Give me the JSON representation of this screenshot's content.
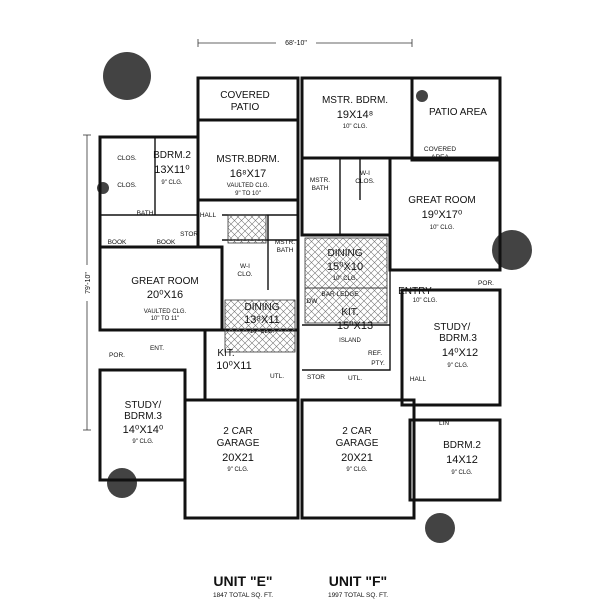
{
  "dimensions": {
    "width": "68'-10\"",
    "depth": "79'-10\""
  },
  "units": [
    {
      "name": "UNIT \"E\"",
      "sqft": "1847 TOTAL SQ. FT."
    },
    {
      "name": "UNIT \"F\"",
      "sqft": "1997 TOTAL SQ. FT."
    }
  ],
  "rooms": {
    "covered_patio_e": {
      "l1": "COVERED",
      "l2": "PATIO"
    },
    "mstr_bdrm_e": {
      "label": "MSTR.BDRM.",
      "size": "16⁸X17",
      "note1": "VAULTED CLG.",
      "note2": "9\" TO 10\""
    },
    "bdrm2_e": {
      "label": "BDRM.2",
      "size": "13X11⁰",
      "note": "9\" CLG."
    },
    "great_room_e": {
      "label": "GREAT ROOM",
      "size": "20⁰X16",
      "note1": "VAULTED CLG.",
      "note2": "10\" TO 11\""
    },
    "dining_e": {
      "label": "DINING",
      "size": "13⁸X11",
      "note": "10\" CLG."
    },
    "kit_e": {
      "label": "KIT.",
      "size": "10⁰X11"
    },
    "study_e": {
      "l1": "STUDY/",
      "l2": "BDRM.3",
      "size": "14⁰X14⁰",
      "note": "9\" CLG."
    },
    "garage_e": {
      "l1": "2 CAR",
      "l2": "GARAGE",
      "size": "20X21",
      "note": "9\" CLG."
    },
    "mstr_bdrm_f": {
      "label": "MSTR. BDRM.",
      "size": "19X14⁸",
      "note": "10\" CLG."
    },
    "patio_area_f": {
      "label": "PATIO AREA"
    },
    "covered_area_f": {
      "l1": "COVERED",
      "l2": "AREA"
    },
    "great_room_f": {
      "label": "GREAT ROOM",
      "size": "19⁰X17⁰",
      "note": "10\" CLG."
    },
    "dining_f": {
      "label": "DINING",
      "size": "15⁰X10",
      "note": "10\" CLG."
    },
    "kit_f": {
      "label": "KIT.",
      "size": "15⁰X13",
      "note": "ISLAND"
    },
    "entry_f": {
      "label": "ENTRY",
      "note": "10\" CLG."
    },
    "study_f": {
      "l1": "STUDY/",
      "l2": "BDRM.3",
      "size": "14⁰X12",
      "note": "9\" CLG."
    },
    "bdrm2_f": {
      "label": "BDRM.2",
      "size": "14X12",
      "note": "9\" CLG."
    },
    "garage_f": {
      "l1": "2 CAR",
      "l2": "GARAGE",
      "size": "20X21",
      "note": "9\" CLG."
    }
  },
  "labels": {
    "clos1": "CLOS.",
    "clos2": "CLOS.",
    "bath_e": "BATH",
    "hall_e": "HALL",
    "stor_e": "STOR.",
    "book1": "BOOK",
    "book2": "BOOK",
    "wi_clo_e": "W-I",
    "wi_clo_e2": "CLO.",
    "mstr_bath_e1": "MSTR.",
    "mstr_bath_e2": "BATH",
    "por_e": "POR.",
    "ent_e": "ENT.",
    "utl_e": "UTL.",
    "mstr_bath_f1": "MSTR.",
    "mstr_bath_f2": "BATH",
    "wi_clos_f1": "W-I",
    "wi_clos_f2": "CLOS.",
    "por_f": "POR.",
    "hall_f": "HALL",
    "utl_f": "UTL.",
    "stor_f": "STOR",
    "pty_f": "PTY.",
    "ref_f": "REF.",
    "dw_f": "DW",
    "bar_ledge": "BAR LEDGE",
    "lin_f": "LIN"
  }
}
